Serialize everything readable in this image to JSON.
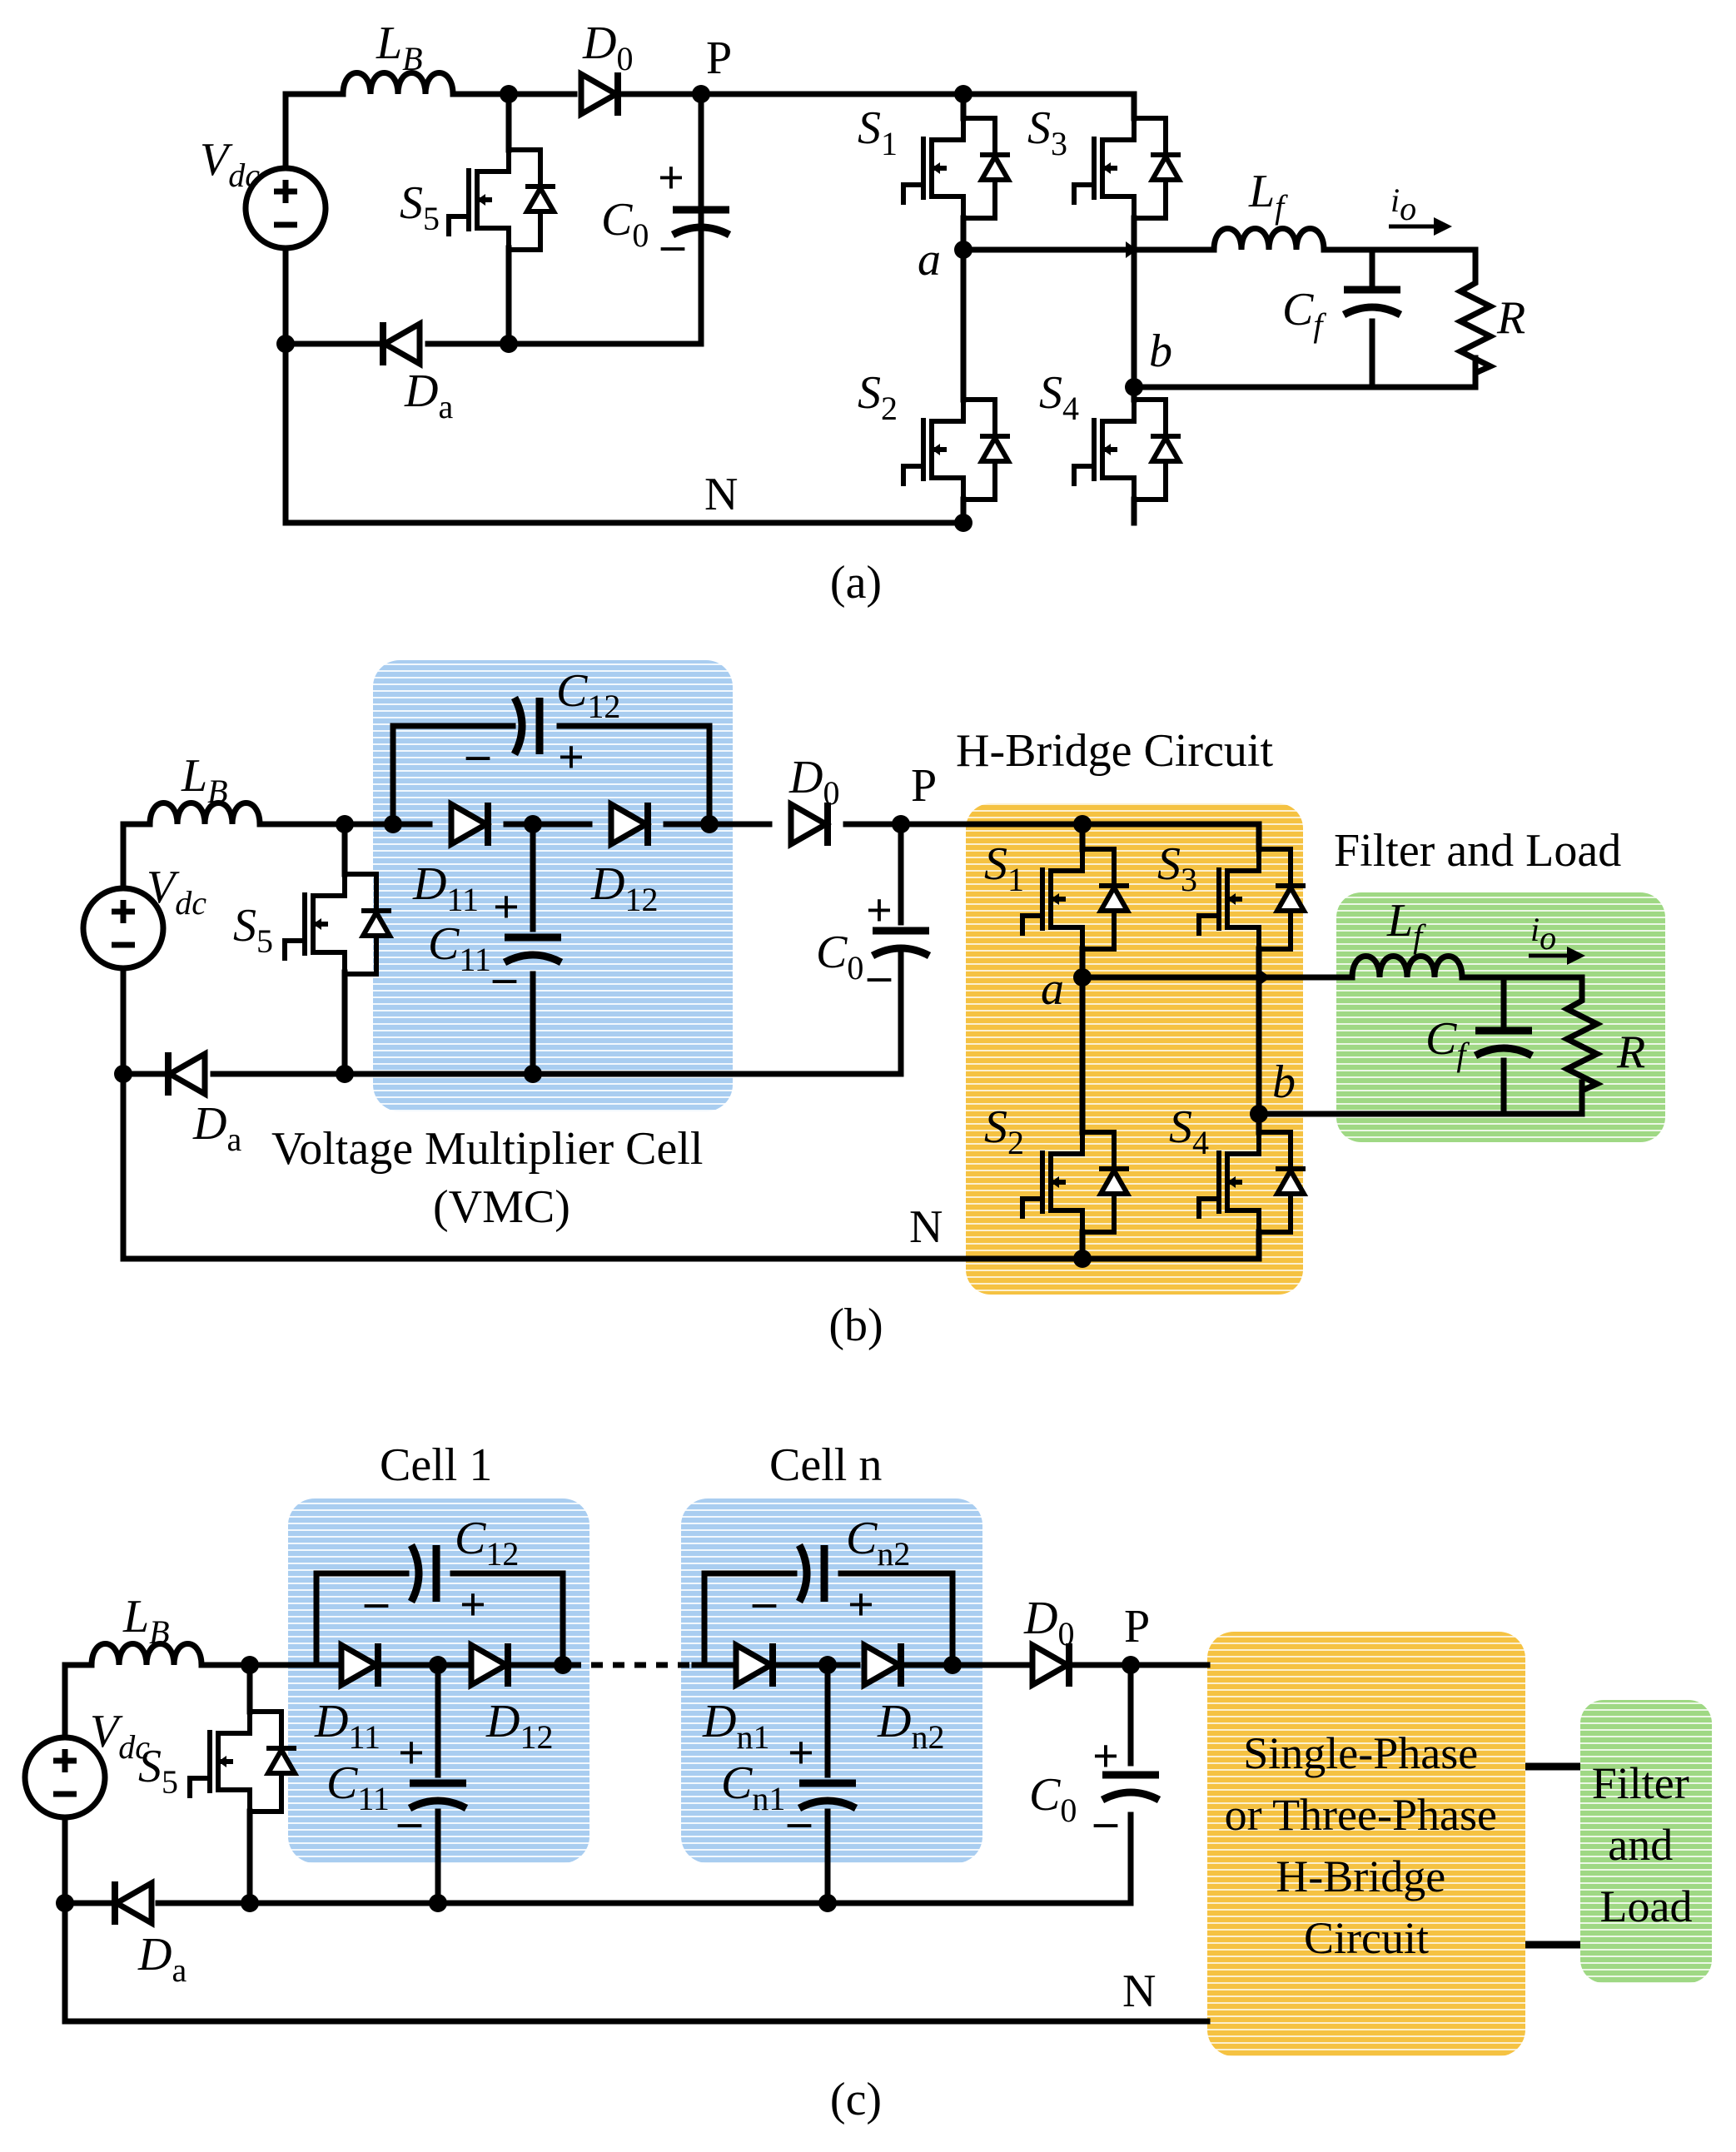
{
  "colors": {
    "vmc_fill": "#a9cdf0",
    "vmc_stripe": "#ffffff",
    "bridge_fill": "#f5c242",
    "bridge_stripe": "#ffffff",
    "filter_fill": "#9fd884",
    "filter_stripe": "#ffffff",
    "wire": "#000000"
  },
  "fig_a": {
    "caption": "(a)",
    "node_p": "P",
    "node_n": "N",
    "node_a": "a",
    "node_b": "b",
    "lb": "L",
    "lb_sub": "B",
    "d0": "D",
    "d0_sub": "0",
    "vdc": "V",
    "vdc_sub": "dc",
    "s5": "S",
    "s5_sub": "5",
    "c0": "C",
    "c0_sub": "0",
    "da": "D",
    "da_sub": "a",
    "s1": "S",
    "s1_sub": "1",
    "s2": "S",
    "s2_sub": "2",
    "s3": "S",
    "s3_sub": "3",
    "s4": "S",
    "s4_sub": "4",
    "lf": "L",
    "lf_sub": "f",
    "cf": "C",
    "cf_sub": "f",
    "io": "i",
    "io_sub": "o",
    "r": "R"
  },
  "fig_b": {
    "caption": "(b)",
    "vmc_title": "Voltage Multiplier Cell",
    "vmc_abbr": "(VMC)",
    "hbridge_title": "H-Bridge Circuit",
    "filter_title": "Filter and Load",
    "node_p": "P",
    "node_n": "N",
    "node_a": "a",
    "node_b": "b",
    "lb": "L",
    "lb_sub": "B",
    "d0": "D",
    "d0_sub": "0",
    "vdc": "V",
    "vdc_sub": "dc",
    "s5": "S",
    "s5_sub": "5",
    "c0": "C",
    "c0_sub": "0",
    "da": "D",
    "da_sub": "a",
    "c12": "C",
    "c12_sub": "12",
    "c11": "C",
    "c11_sub": "11",
    "d11": "D",
    "d11_sub": "11",
    "d12": "D",
    "d12_sub": "12",
    "s1": "S",
    "s1_sub": "1",
    "s2": "S",
    "s2_sub": "2",
    "s3": "S",
    "s3_sub": "3",
    "s4": "S",
    "s4_sub": "4",
    "lf": "L",
    "lf_sub": "f",
    "cf": "C",
    "cf_sub": "f",
    "io": "i",
    "io_sub": "o",
    "r": "R"
  },
  "fig_c": {
    "caption": "(c)",
    "cell1_title": "Cell 1",
    "celln_title": "Cell n",
    "bridge_lines": [
      "Single-Phase",
      "or Three-Phase",
      "H-Bridge",
      "Circuit"
    ],
    "filter_lines": [
      "Filter",
      "and",
      "Load"
    ],
    "node_p": "P",
    "node_n": "N",
    "lb": "L",
    "lb_sub": "B",
    "d0": "D",
    "d0_sub": "0",
    "vdc": "V",
    "vdc_sub": "dc",
    "s5": "S",
    "s5_sub": "5",
    "c0": "C",
    "c0_sub": "0",
    "da": "D",
    "da_sub": "a",
    "c12": "C",
    "c12_sub": "12",
    "c11": "C",
    "c11_sub": "11",
    "d11": "D",
    "d11_sub": "11",
    "d12": "D",
    "d12_sub": "12",
    "cn2": "C",
    "cn2_sub": "n2",
    "cn1": "C",
    "cn1_sub": "n1",
    "dn1": "D",
    "dn1_sub": "n1",
    "dn2": "D",
    "dn2_sub": "n2"
  }
}
